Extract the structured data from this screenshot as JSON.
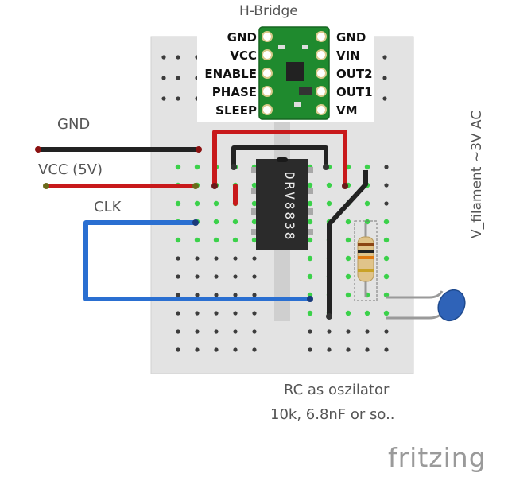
{
  "module": {
    "title": "H-Bridge",
    "left_pins": [
      "GND",
      "VCC",
      "ENABLE",
      "PHASE",
      "SLEEP"
    ],
    "right_pins": [
      "GND",
      "VIN",
      "OUT2",
      "OUT1",
      "VM"
    ],
    "board_color": "#1f8a2e"
  },
  "chip": {
    "label": "DRV8838"
  },
  "wires": {
    "gnd_label": "GND",
    "vcc_label": "VCC (5V)",
    "clk_label": "CLK",
    "gnd_color": "#222222",
    "vcc_color": "#c8191b",
    "clk_color": "#2a6fd1"
  },
  "annotations": {
    "filament": "V_filament ~3V AC",
    "rc_line1": "RC as oszilator",
    "rc_line2": "10k, 6.8nF or so.."
  },
  "branding": {
    "text": "fritzing"
  }
}
